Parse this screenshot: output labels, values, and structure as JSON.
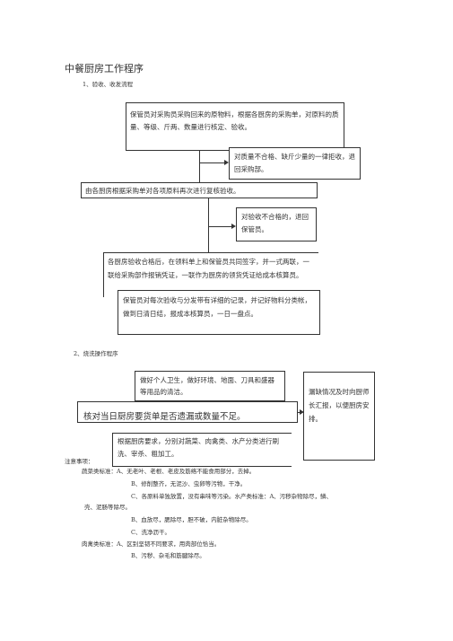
{
  "doc": {
    "title": "中餐厨房工作程序",
    "section1": "1、验收、收发流程",
    "section2": "2、烧洗操作程序",
    "notes_heading": "注意事项：",
    "box1": "保管员对采购员采购回来的原物料，根据各厨房的采购单，对原料的质量、等级、斤两、数量进行核定、验收。",
    "box2": "对质量不合格、缺斤少量的一律拒收，退回采购部。",
    "box3": "由各厨房根据采购单对各项原料再次进行复核验收。",
    "box4": "对验收不合格的，退回保管员。",
    "box5": "各厨房验收合格后，在领料单上和保管员共同签字，并一式两联，一联给采购部作报销凭证，一联作为厨房的领货凭证给成本核算员。",
    "box6": "保管员对每次验收与分发带有详细的记录，并记好物料分类帐，做到日清日结，报成本核算员，一日一盘点。",
    "box7": "做好个人卫生，做好环境、地面、刀具和盛器等用品的清洁。",
    "box8": "核对当日厨房要货单是否遗漏或数量不足。",
    "box9": "漏缺情况及时向厨师长汇报，以便厨房安排。",
    "box10": "根据厨房要求，分别对蔬菜、肉禽类、水产分类进行刷洗、宰杀、粗加工。",
    "notes": [
      "蔬菜类标准：A、无老叶、老根、老皮及筋络不能食用部分，去掉。",
      "B、修削整齐，无泥沙、虫卵等污物，干净。",
      "C、各原料单独放置，没有串味等污染。水产类标准：A、污秽杂物除尽，鳞、",
      "壳、泥肠等除尽。",
      "B、血放尽，腮除尽，胆不破，内脏杂物除尽。",
      "C、洗净沥干。",
      "肉禽类标准：A、区别坚韧不同要求，用肉部位恰当。",
      "B、污秽、杂毛和筋腱除尽。"
    ]
  }
}
